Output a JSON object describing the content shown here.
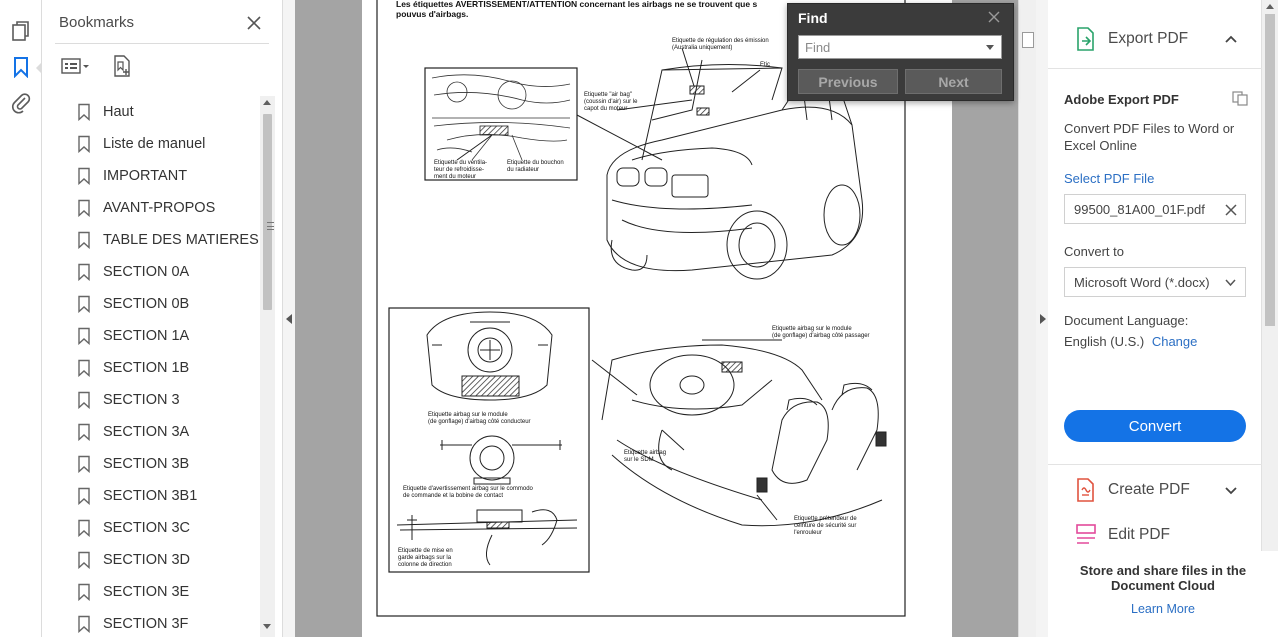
{
  "rail": {
    "icons": [
      "pages-icon",
      "bookmark-icon",
      "attachment-icon"
    ]
  },
  "bookmarks": {
    "title": "Bookmarks",
    "items": [
      {
        "label": "Haut"
      },
      {
        "label": "Liste de manuel"
      },
      {
        "label": "IMPORTANT"
      },
      {
        "label": "AVANT-PROPOS"
      },
      {
        "label": "TABLE DES MATIERES"
      },
      {
        "label": "SECTION 0A"
      },
      {
        "label": "SECTION 0B"
      },
      {
        "label": "SECTION 1A"
      },
      {
        "label": "SECTION 1B"
      },
      {
        "label": "SECTION 3"
      },
      {
        "label": "SECTION 3A"
      },
      {
        "label": "SECTION 3B"
      },
      {
        "label": "SECTION 3B1"
      },
      {
        "label": "SECTION 3C"
      },
      {
        "label": "SECTION 3D"
      },
      {
        "label": "SECTION 3E"
      },
      {
        "label": "SECTION 3F"
      }
    ]
  },
  "find": {
    "title": "Find",
    "placeholder": "Find",
    "previous_label": "Previous",
    "next_label": "Next"
  },
  "document": {
    "heading": "Les étiquettes AVERTISSEMENT/ATTENTION concernant les airbags ne se trouvent que s pouvus d'airbags.",
    "labels": {
      "emission": "Etiquette de régulation des émission (Australia uniquement)",
      "air_bag_hood": "Etiquette \"air bag\" (coussin d'air) sur le capot du moteur",
      "fan": "Etiquette du ventilateur de refroidissement du moteur",
      "radiator_cap": "Etiquette du bouchon du radiateur",
      "passenger_module": "Etiquette airbag sur le module (de gonflage) d'airbag côté passager",
      "driver_module": "Etiquette airbag sur le module (de gonflage) d'airbag côté conducteur",
      "sdm": "Etiquette airbag sur le SDM",
      "contact_coil": "Etiquette d'avertissement airbag sur le commodo de commande et la bobine de contact",
      "column": "Etiquette de mise en garde airbags sur la colonne de direction",
      "pretensioner": "Etiquette prétendeur de ceinture de sécurité sur l'enrouleur",
      "etic": "Etic"
    }
  },
  "right_panel": {
    "export_pdf": "Export PDF",
    "adobe_export": "Adobe Export PDF",
    "description": "Convert PDF Files to Word or Excel Online",
    "select_file": "Select PDF File",
    "file_name": "99500_81A00_01F.pdf",
    "convert_to": "Convert to",
    "format": "Microsoft Word (*.docx)",
    "doc_language": "Document Language:",
    "language": "English (U.S.)",
    "change": "Change",
    "convert": "Convert",
    "create_pdf": "Create PDF",
    "edit_pdf": "Edit PDF",
    "store_title": "Store and share files in the Document Cloud",
    "learn_more": "Learn More"
  },
  "colors": {
    "accent": "#1473e6",
    "link": "#2b6fc4",
    "find_bg": "#3b3b3b",
    "doc_bg": "#a4a4a4"
  }
}
